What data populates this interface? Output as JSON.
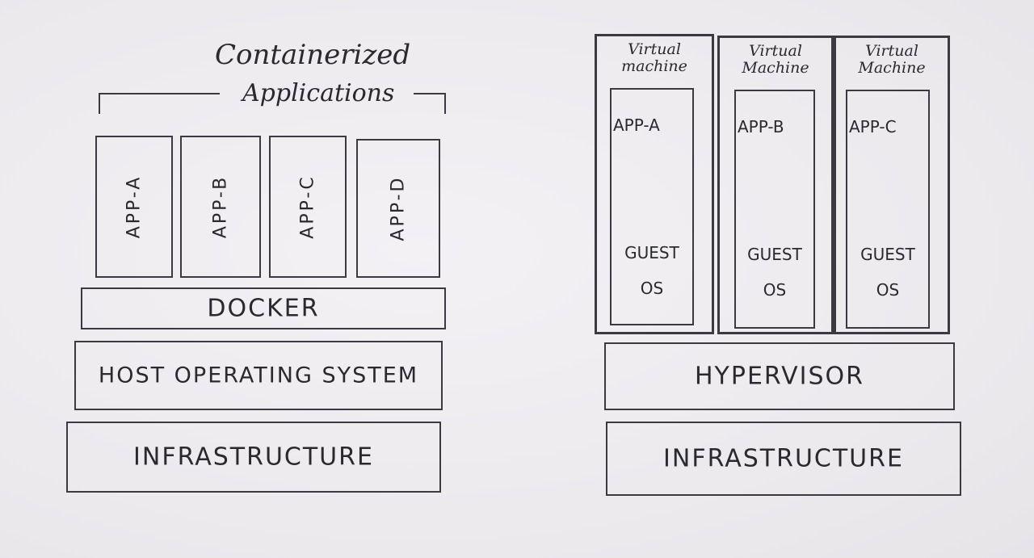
{
  "containers": {
    "group_title_line1": "Containerized",
    "group_title_line2": "Applications",
    "apps": [
      "APP-A",
      "APP-B",
      "APP-C",
      "APP-D"
    ],
    "docker": "DOCKER",
    "host_os": "HOST OPERATING SYSTEM",
    "infrastructure": "INFRASTRUCTURE"
  },
  "virtual_machines": {
    "vms": [
      {
        "title": "Virtual machine",
        "app": "APP-A",
        "guest": "GUEST",
        "os": "OS"
      },
      {
        "title": "Virtual Machine",
        "app": "APP-B",
        "guest": "GUEST",
        "os": "OS"
      },
      {
        "title": "Virtual Machine",
        "app": "APP-C",
        "guest": "GUEST",
        "os": "OS"
      }
    ],
    "hypervisor": "HYPERVISOR",
    "infrastructure": "INFRASTRUCTURE"
  }
}
